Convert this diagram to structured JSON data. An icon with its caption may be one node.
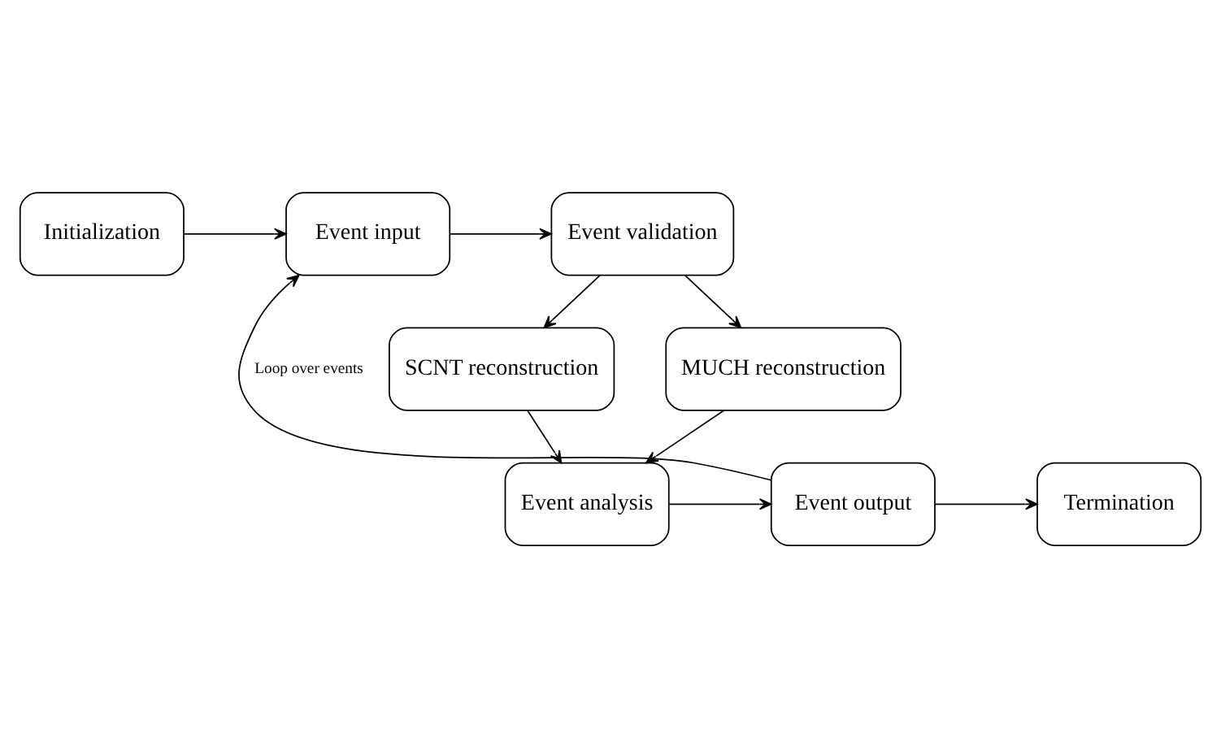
{
  "diagram": {
    "nodes": [
      {
        "text": [
          "Initialization"
        ]
      },
      {
        "text": [
          "Event input"
        ]
      },
      {
        "text": [
          "Event validation"
        ]
      },
      {
        "text": [
          "SCNT reconstruction"
        ]
      },
      {
        "text": [
          "MUCH reconstruction"
        ]
      },
      {
        "text": [
          "Termination"
        ]
      },
      {
        "text": [
          "Event output"
        ]
      },
      {
        "text": [
          "Event analysis"
        ]
      }
    ],
    "edges": [
      {
        "from": 0,
        "to": 1,
        "arrow": "to"
      },
      {
        "from": 1,
        "to": 2,
        "arrow": "to"
      },
      {
        "from": 2,
        "to": 3,
        "arrow": "to"
      },
      {
        "from": 2,
        "to": 4,
        "arrow": "to"
      },
      {
        "from": 3,
        "to": 7,
        "arrow": "to"
      },
      {
        "from": 4,
        "to": 7,
        "arrow": "to"
      },
      {
        "from": 7,
        "to": 6,
        "arrow": "to"
      },
      {
        "from": 6,
        "to": 5,
        "arrow": "to"
      },
      {
        "from": 6,
        "to": 1,
        "arrow": "to",
        "label": "Loop over events"
      }
    ]
  }
}
